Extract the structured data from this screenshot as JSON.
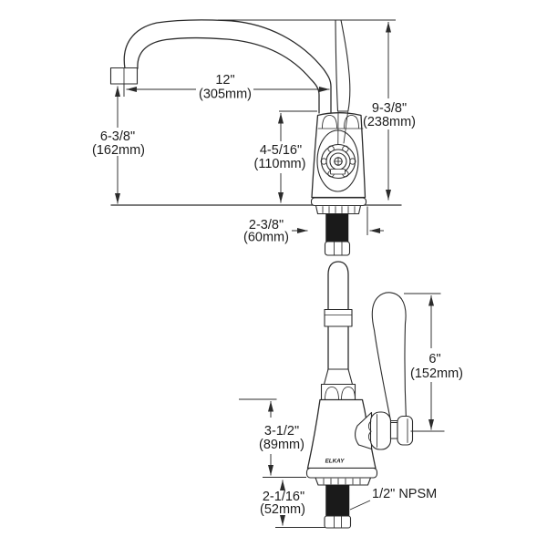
{
  "brand_mark": "ELKAY",
  "colors": {
    "line": "#2b2b2b",
    "text": "#1c1c1c",
    "paper": "#ffffff",
    "shank_fill": "#1a1a1a"
  },
  "dims": {
    "spout_reach_in": "12\"",
    "spout_reach_mm": "(305mm)",
    "spout_height_in": "6-3/8\"",
    "spout_height_mm": "(162mm)",
    "overall_height_in": "9-3/8\"",
    "overall_height_mm": "(238mm)",
    "body_height_in": "4-5/16\"",
    "body_height_mm": "(110mm)",
    "base_width_in": "2-3/8\"",
    "base_width_mm": "(60mm)",
    "handle_length_in": "6\"",
    "handle_length_mm": "(152mm)",
    "side_body_height_in": "3-1/2\"",
    "side_body_height_mm": "(89mm)",
    "shank_height_in": "2-1/16\"",
    "shank_height_mm": "(52mm)",
    "thread_label": "1/2\" NPSM"
  }
}
